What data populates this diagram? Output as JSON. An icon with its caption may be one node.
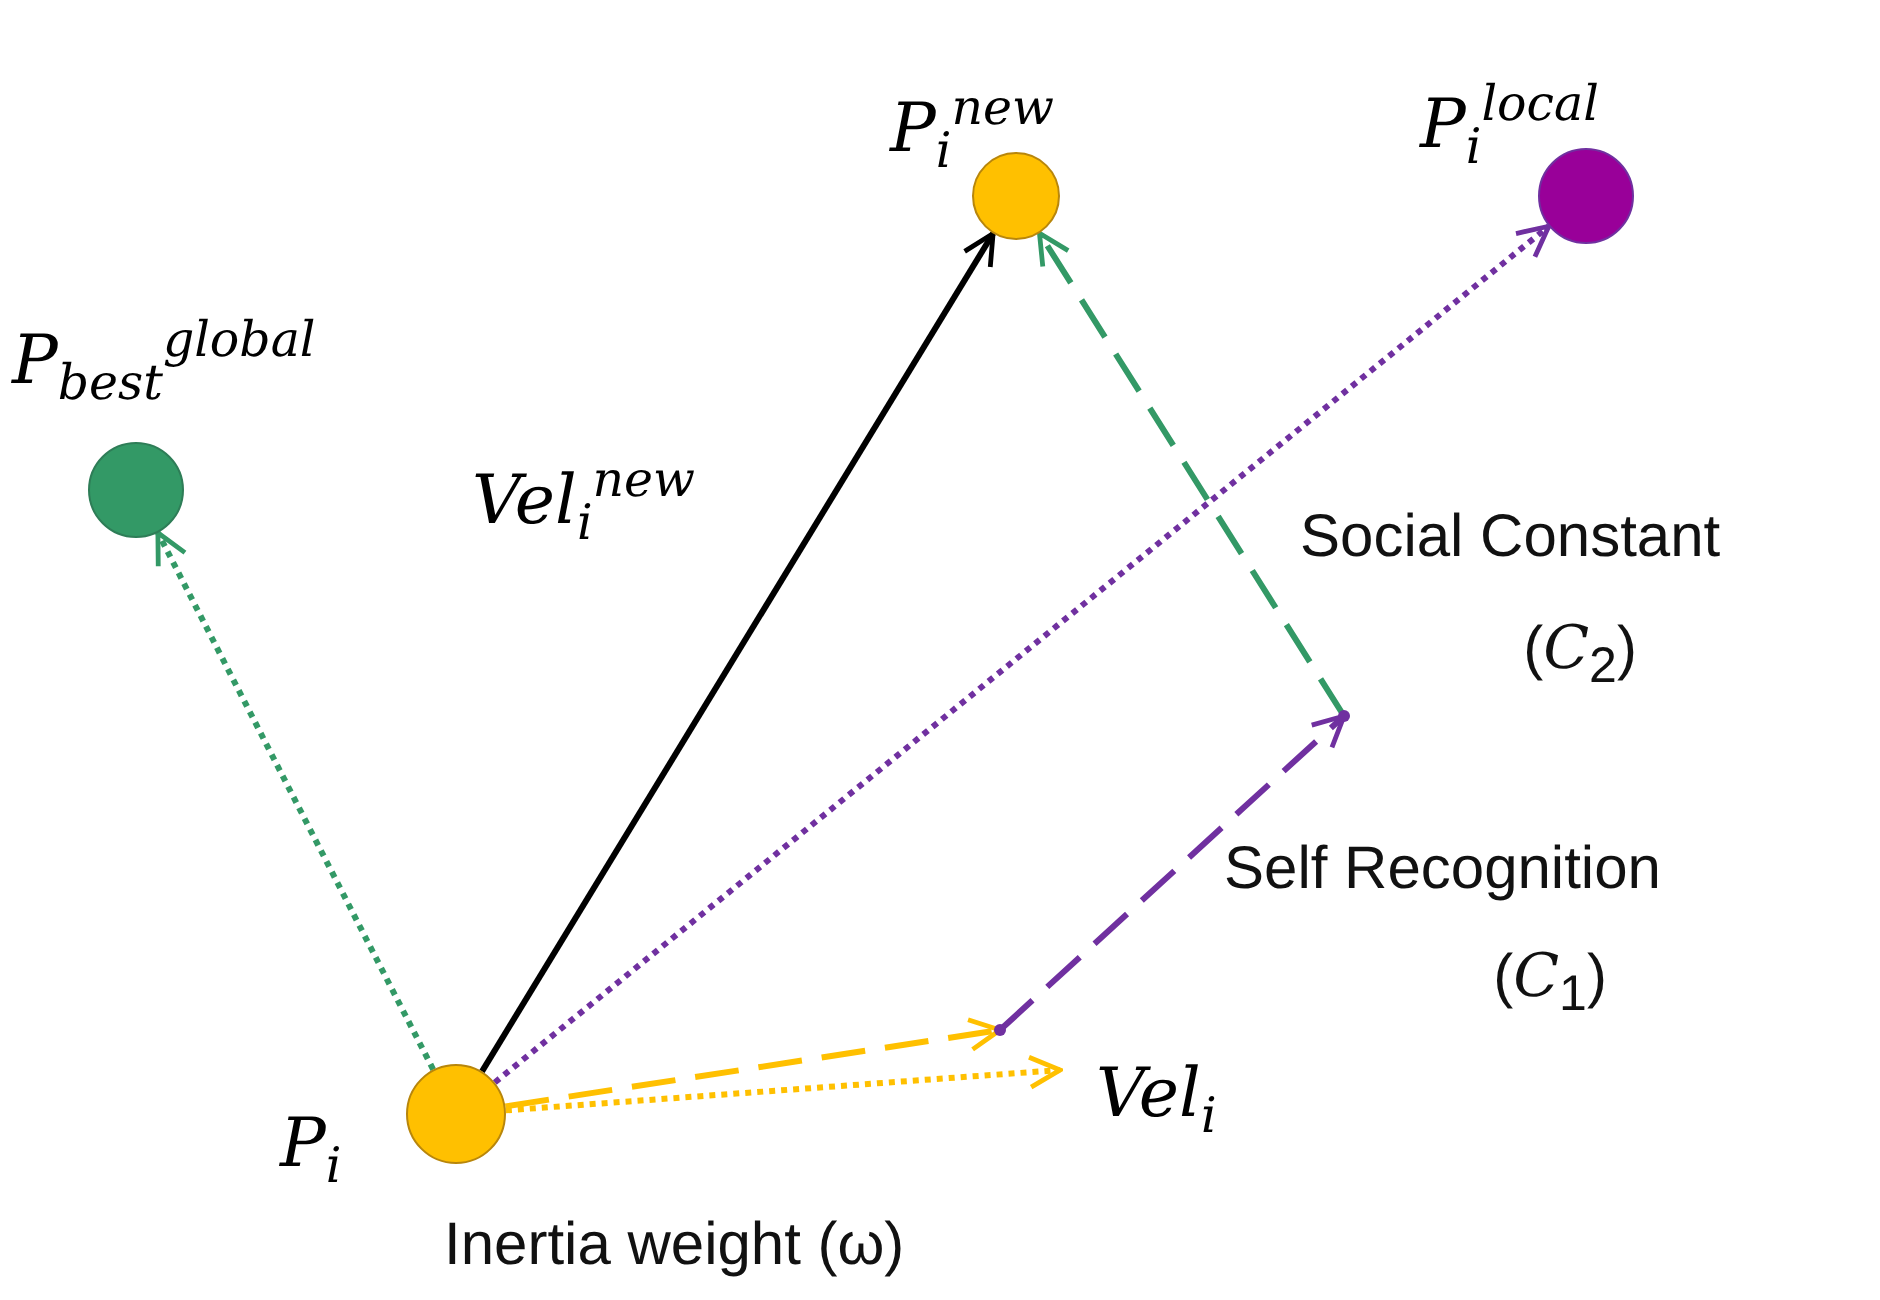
{
  "diagram": {
    "nodes": [
      {
        "text": [
          "P$_{i}$"
        ]
      },
      {
        "text": [
          "P$_{i}$$^{new}$"
        ]
      },
      {
        "text": [
          "P$_{i}$$^{local}$"
        ]
      },
      {
        "text": [
          "P$_{best}$$^{global}$"
        ]
      },
      {
        "text": [
          "Vel$_{i}$"
        ]
      },
      {
        "text": [],
        "shape": "point"
      },
      {
        "text": [],
        "shape": "point"
      }
    ],
    "edges": [
      {
        "from": 0,
        "to": 1,
        "arrow": "to",
        "label": "Vel$_{i}$$^{new}$",
        "color": "#000000"
      },
      {
        "from": 0,
        "to": 3,
        "arrow": "to",
        "style": "dashed",
        "color": "#339966"
      },
      {
        "from": 0,
        "to": 2,
        "arrow": "to",
        "style": "dashed",
        "color": "#7030a0"
      },
      {
        "from": 0,
        "to": 4,
        "arrow": "to",
        "style": "dashed",
        "color": "#ffc000"
      },
      {
        "from": 0,
        "to": 5,
        "arrow": "to",
        "style": "dashed",
        "color": "#ffc000"
      },
      {
        "from": 5,
        "to": 6,
        "arrow": "to",
        "style": "dashed",
        "color": "#7030a0"
      },
      {
        "from": 6,
        "to": 1,
        "arrow": "to",
        "style": "dashed",
        "color": "#339966"
      }
    ],
    "labels": [
      "Social Constant",
      "(*C*$_{2}$)",
      "Self Recognition",
      "(*C*$_{1}$)",
      "Inertia weight (ω)"
    ]
  }
}
